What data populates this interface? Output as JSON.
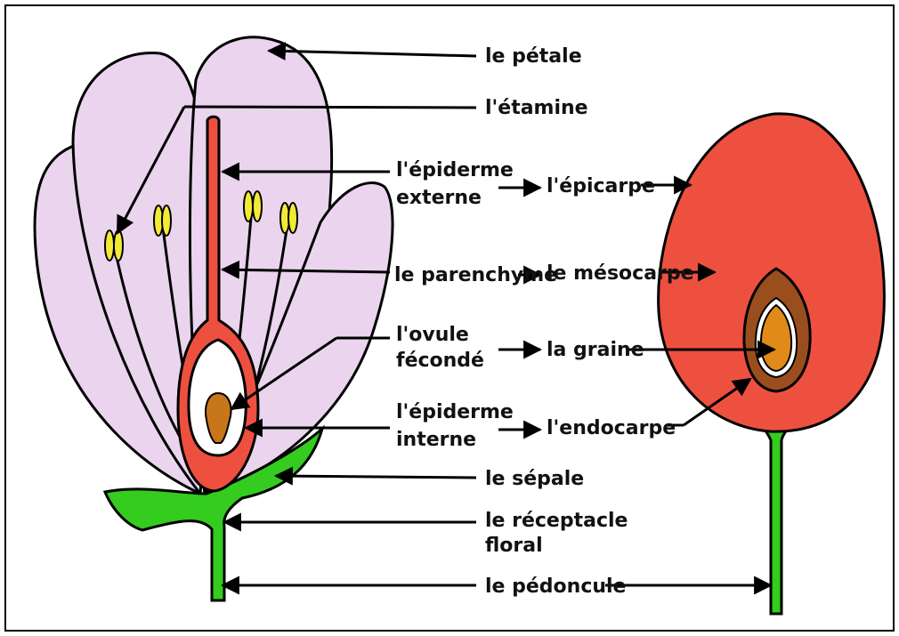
{
  "labels": {
    "petale": "le pétale",
    "etamine": "l'étamine",
    "epiderme_externe": [
      "l'épiderme",
      "externe"
    ],
    "epicarpe": "l'épicarpe",
    "parenchyme": "le parenchyme",
    "mesocarpe": "le mésocarpe",
    "ovule": [
      "l'ovule",
      "fécondé"
    ],
    "graine": "la graine",
    "epiderme_interne": [
      "l'épiderme",
      "interne"
    ],
    "endocarpe": "l'endocarpe",
    "sepale": "le sépale",
    "receptacle": [
      "le réceptacle",
      "floral"
    ],
    "pedoncule": "le pédoncule"
  },
  "colors": {
    "petal": "#ead4ee",
    "ovary": "#ee5040",
    "fruit": "#ee5040",
    "green": "#33cc1f",
    "anther": "#f2ea36",
    "seed_coat": "#9a4e1e",
    "seed": "#e08a1a",
    "outline": "#000000"
  }
}
